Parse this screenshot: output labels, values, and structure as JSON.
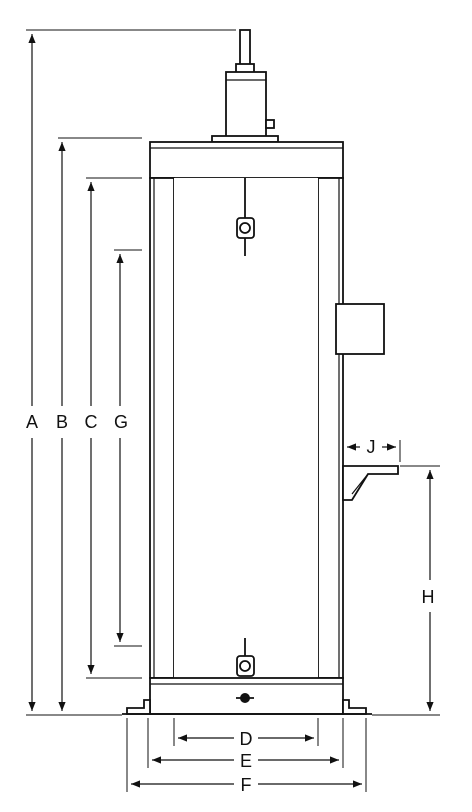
{
  "labels": {
    "A": "A",
    "B": "B",
    "C": "C",
    "D": "D",
    "E": "E",
    "F": "F",
    "G": "G",
    "H": "H",
    "J": "J"
  }
}
